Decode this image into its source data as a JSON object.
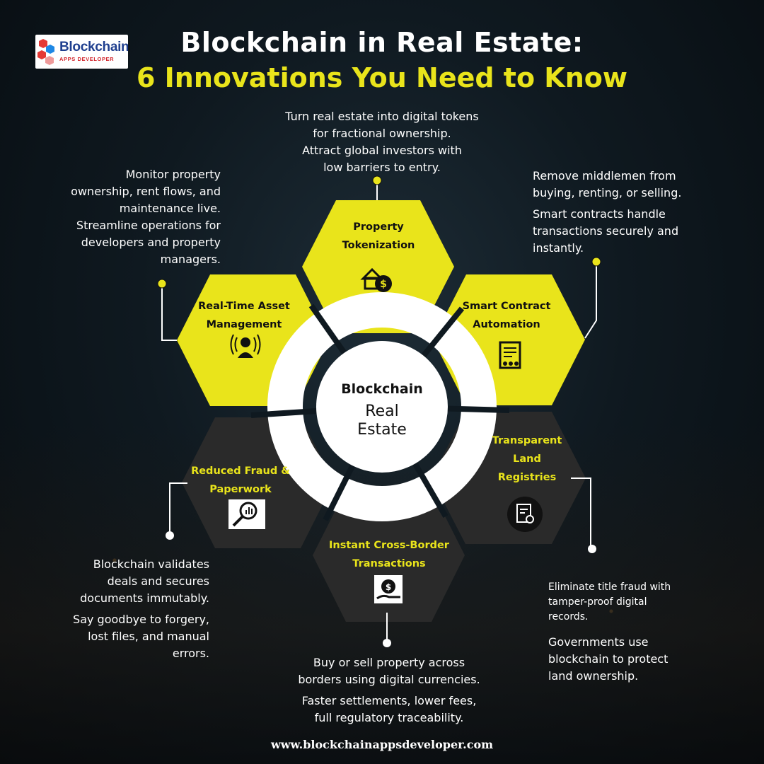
{
  "logo": {
    "word": "Blockchain",
    "sub": "APPS DEVELOPER"
  },
  "title": {
    "line1": "Blockchain in Real Estate:",
    "line2": "6 Innovations You Need to Know"
  },
  "center": {
    "line1": "Blockchain",
    "line2": "Real",
    "line3": "Estate"
  },
  "innovations": [
    {
      "label": [
        "Property",
        "Tokenization"
      ],
      "icon": "house-coin-icon",
      "desc": [
        [
          "Turn real estate into digital tokens",
          "for fractional ownership."
        ],
        [
          "Attract global investors with",
          "low barriers to entry."
        ]
      ]
    },
    {
      "label": [
        "Smart Contract",
        "Automation"
      ],
      "icon": "smart-contract-icon",
      "desc": [
        [
          "Remove middlemen from",
          "buying, renting, or selling."
        ],
        [
          "Smart contracts handle",
          "transactions securely and",
          "instantly."
        ]
      ]
    },
    {
      "label": [
        "Transparent",
        "Land",
        "Registries"
      ],
      "icon": "certificate-icon",
      "desc": [
        [
          "Eliminate title fraud with",
          "tamper-proof digital",
          "records."
        ],
        [
          "Governments use",
          "blockchain to protect",
          "land ownership."
        ]
      ]
    },
    {
      "label": [
        "Instant Cross-Border",
        "Transactions"
      ],
      "icon": "hand-money-bag-icon",
      "desc": [
        [
          "Buy or sell property across",
          "borders using digital currencies."
        ],
        [
          "Faster settlements, lower fees,",
          "full regulatory traceability."
        ]
      ]
    },
    {
      "label": [
        "Reduced Fraud &",
        "Paperwork"
      ],
      "icon": "magnifier-chart-icon",
      "desc": [
        [
          "Blockchain validates",
          "deals and secures",
          "documents immutably."
        ],
        [
          "Say goodbye to forgery,",
          "lost files, and manual",
          "errors."
        ]
      ]
    },
    {
      "label": [
        "Real-Time Asset",
        "Management"
      ],
      "icon": "user-broadcast-icon",
      "desc": [
        [
          "Monitor property",
          "ownership, rent flows, and",
          "maintenance live."
        ],
        [
          "Streamline operations for",
          "developers and property",
          "managers."
        ]
      ]
    }
  ],
  "colors": {
    "accent": "#e9e41b",
    "dark_hex": "#2a2a2a",
    "ring": "#ffffff",
    "background": "#0f1920"
  },
  "footer": {
    "url": "www.blockchainappsdeveloper.com"
  }
}
